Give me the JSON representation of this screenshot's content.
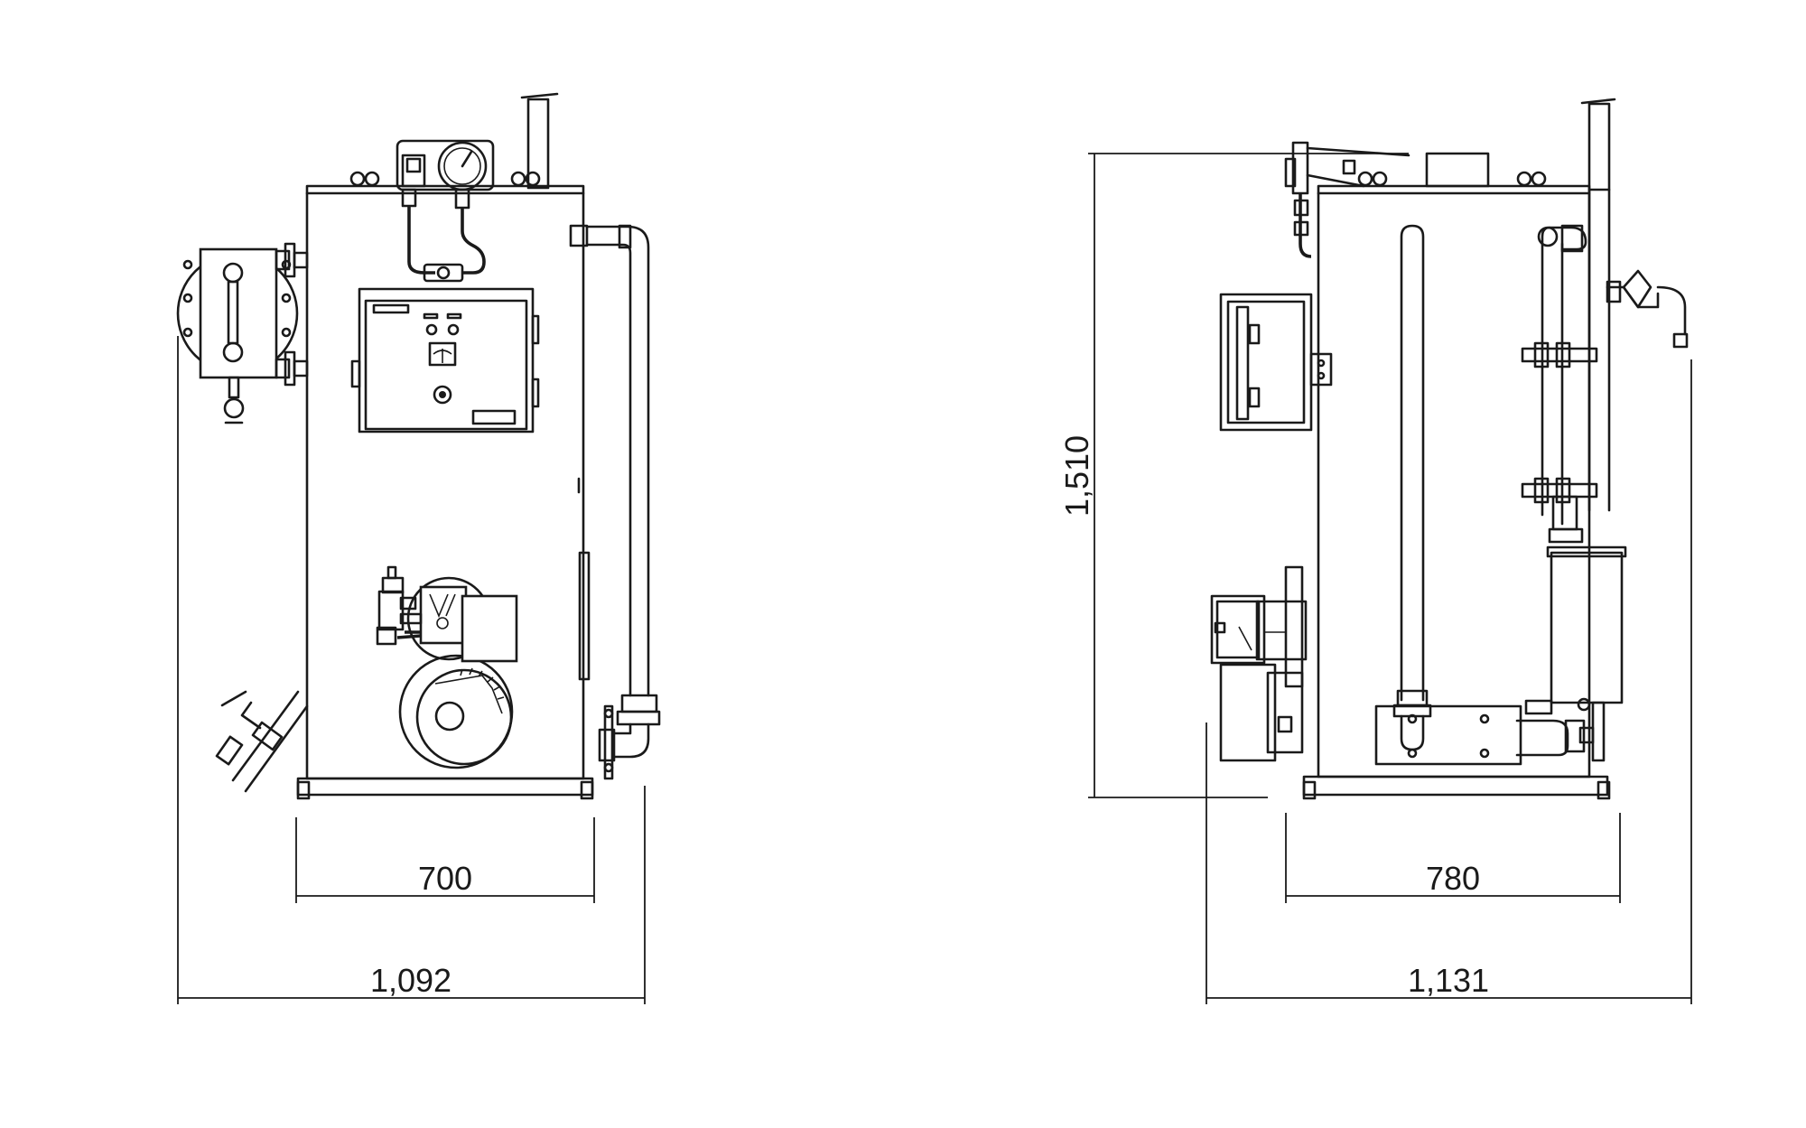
{
  "dimensions": {
    "front_base_width": "700",
    "front_overall_width": "1,092",
    "side_height": "1,510",
    "side_base_width": "780",
    "side_overall_width": "1,131"
  },
  "colors": {
    "line": "#1a1a1a",
    "background": "#ffffff"
  }
}
